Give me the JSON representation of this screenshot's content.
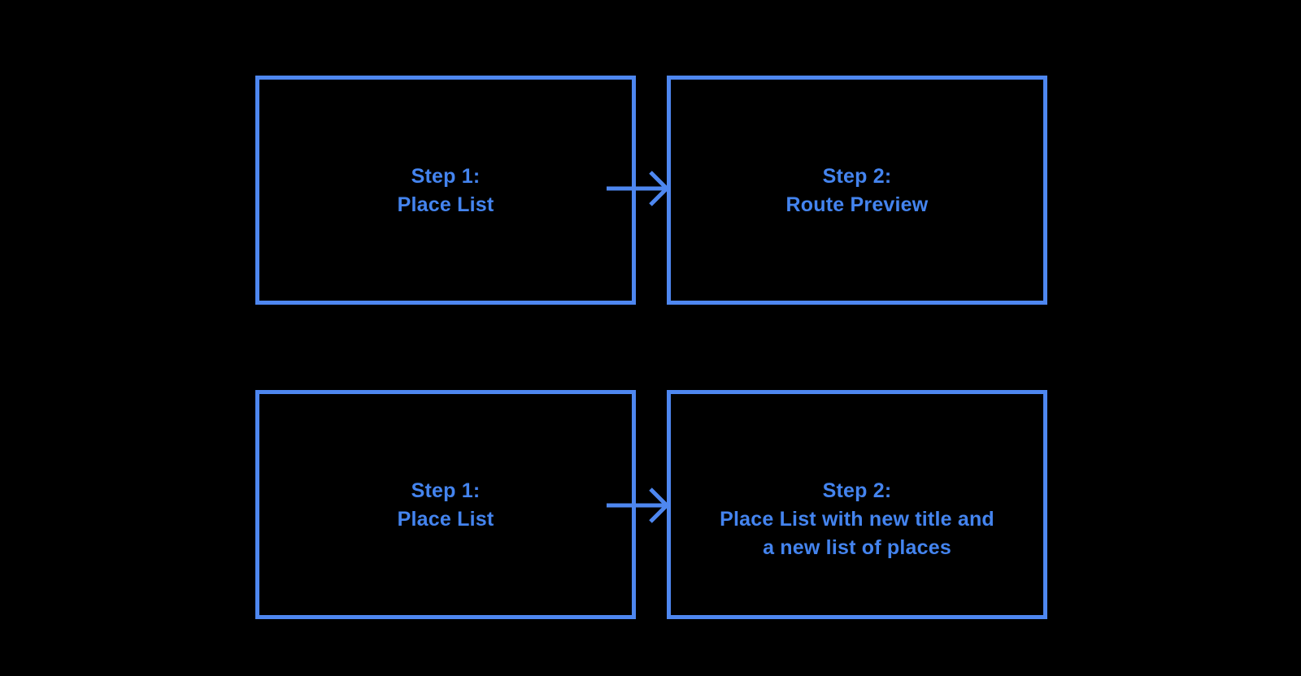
{
  "colors": {
    "background": "#000000",
    "accent": "#4e87f0",
    "text": "#4484ef"
  },
  "diagram": {
    "rows": [
      {
        "source": {
          "lines": [
            "Step 1:",
            "Place List"
          ]
        },
        "arrow_icon": "right-arrow",
        "target": {
          "lines": [
            "Step 2:",
            "Route Preview"
          ]
        }
      },
      {
        "source": {
          "lines": [
            "Step 1:",
            "Place List"
          ]
        },
        "arrow_icon": "right-arrow",
        "target": {
          "lines": [
            "Step 2:",
            "Place List with new title and",
            "a new list of places"
          ]
        }
      }
    ]
  }
}
